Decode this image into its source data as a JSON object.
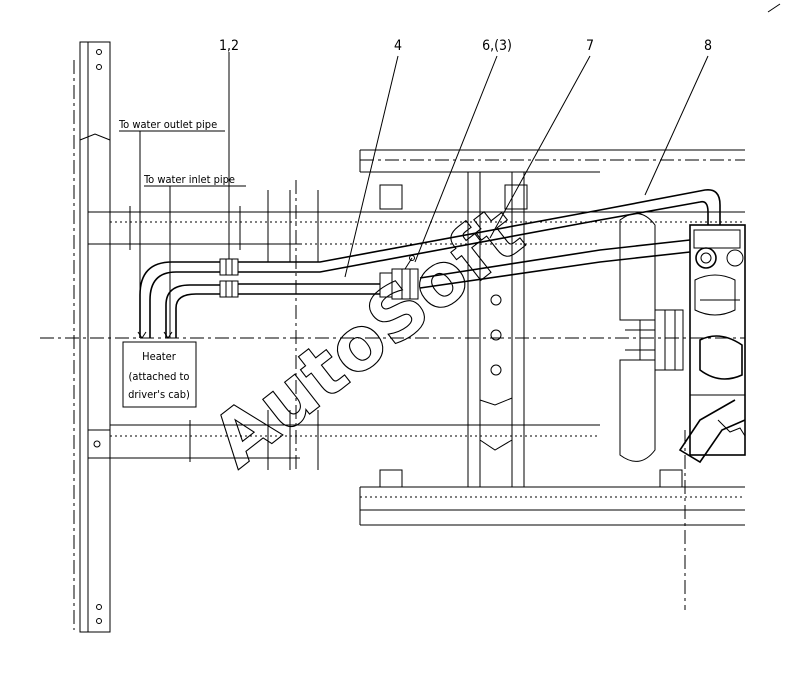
{
  "callouts": {
    "c12": "1,2",
    "c4": "4",
    "c63": "6,(3)",
    "c7": "7",
    "c8": "8"
  },
  "labels": {
    "outlet": "To water outlet pipe",
    "inlet": "To water inlet pipe",
    "heater_line1": "Heater",
    "heater_line2": "(attached to",
    "heater_line3": "driver's cab)"
  },
  "watermark": "AutoSoft"
}
